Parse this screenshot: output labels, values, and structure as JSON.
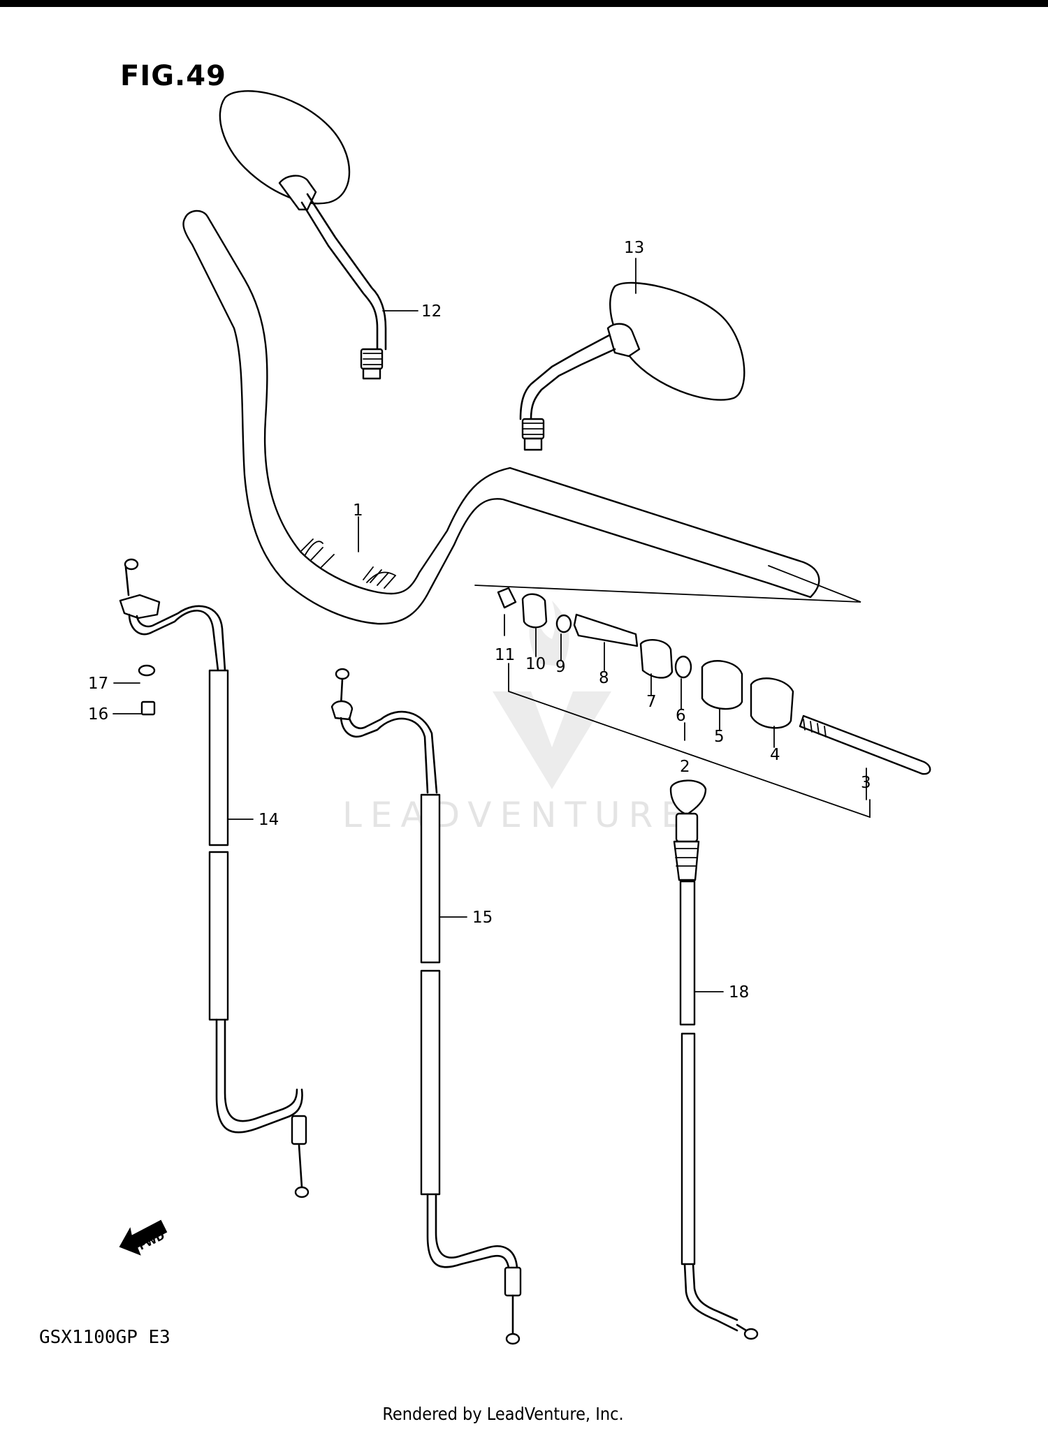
{
  "figure": {
    "title": "FIG.49",
    "model": "GSX1100GP  E3",
    "footer": "Rendered by LeadVenture, Inc.",
    "watermark": "LEADVENTURE",
    "fwd_label": "FWD"
  },
  "callouts": [
    {
      "id": "1",
      "label": "1"
    },
    {
      "id": "2",
      "label": "2"
    },
    {
      "id": "3",
      "label": "3"
    },
    {
      "id": "4",
      "label": "4"
    },
    {
      "id": "5",
      "label": "5"
    },
    {
      "id": "6",
      "label": "6"
    },
    {
      "id": "7",
      "label": "7"
    },
    {
      "id": "8",
      "label": "8"
    },
    {
      "id": "9",
      "label": "9"
    },
    {
      "id": "10",
      "label": "10"
    },
    {
      "id": "11",
      "label": "11"
    },
    {
      "id": "12",
      "label": "12"
    },
    {
      "id": "13",
      "label": "13"
    },
    {
      "id": "14",
      "label": "14"
    },
    {
      "id": "15",
      "label": "15"
    },
    {
      "id": "16",
      "label": "16"
    },
    {
      "id": "17",
      "label": "17"
    },
    {
      "id": "18",
      "label": "18"
    }
  ]
}
